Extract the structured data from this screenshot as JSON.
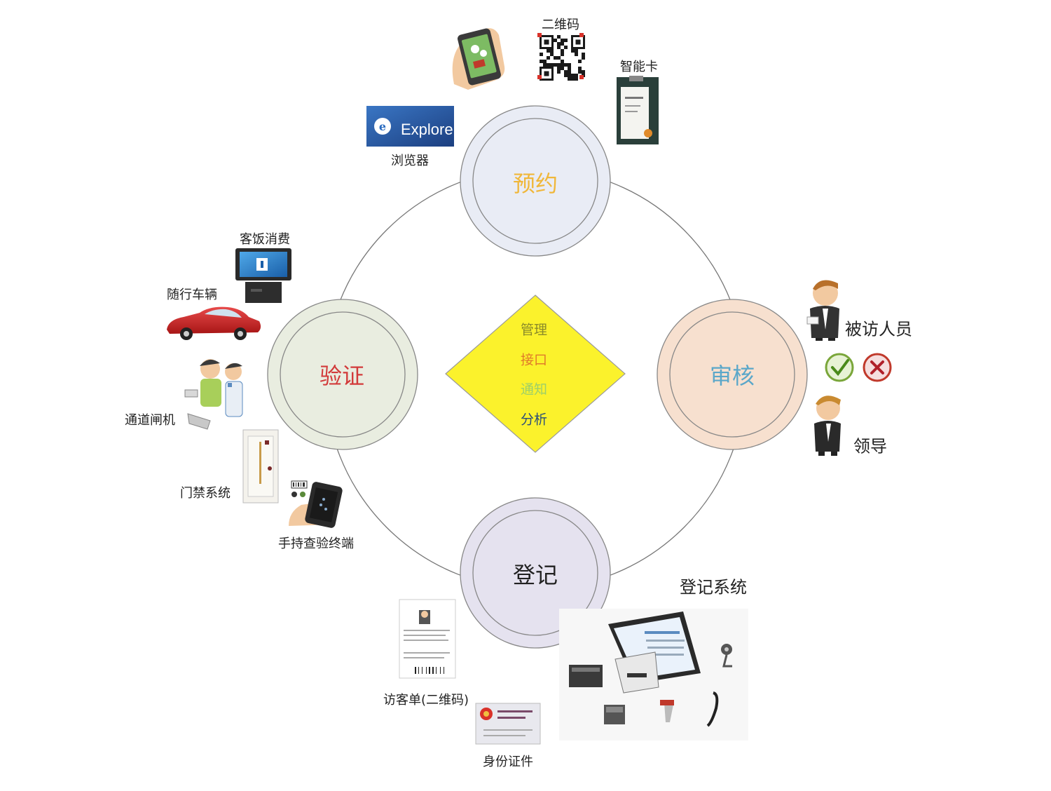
{
  "nodes": {
    "booking": {
      "title": "预约",
      "color": "#f0b73a"
    },
    "review": {
      "title": "审核",
      "color": "#5ba7c9"
    },
    "register": {
      "title": "登记",
      "color": "#222222"
    },
    "verify": {
      "title": "验证",
      "color": "#d23a3a"
    }
  },
  "center": {
    "items": [
      {
        "text": "管理",
        "color": "#8a8a2a"
      },
      {
        "text": "接口",
        "color": "#e07a2a"
      },
      {
        "text": "通知",
        "color": "#9ccf6a"
      },
      {
        "text": "分析",
        "color": "#2a4c7a"
      }
    ]
  },
  "labels": {
    "qrcode": "二维码",
    "smartcard": "智能卡",
    "browser": "浏览器",
    "ie_text": "Explorer",
    "kiosk": "客饭消费",
    "car": "随行车辆",
    "gate": "通道闸机",
    "door": "门禁系统",
    "handheld": "手持查验终端",
    "visitee": "被访人员",
    "leader": "领导",
    "register_system": "登记系统",
    "visitor_slip": "访客单(二维码)",
    "id_card": "身份证件"
  }
}
